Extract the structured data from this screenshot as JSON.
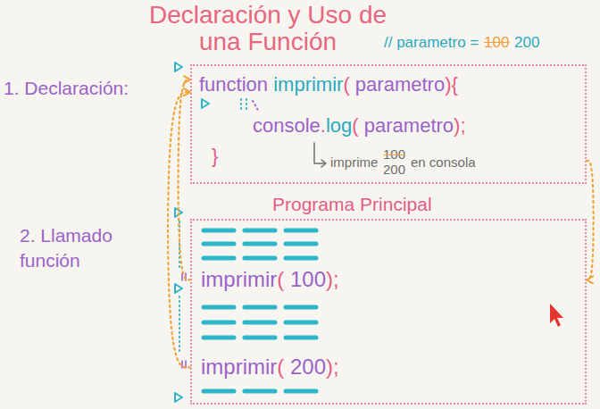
{
  "diagram": {
    "title": "Declaración y Uso de una Función",
    "nodes": [
      {
        "text": [
          "function imprimir( parametro){",
          "console.log( parametro);",
          "}"
        ]
      },
      {
        "text": [
          "Programa Principal",
          "imprimir( 100);",
          "imprimir( 200);"
        ]
      }
    ],
    "edges": [
      {
        "from": 1,
        "to": 0,
        "arrow": "to"
      },
      {
        "from": 1,
        "to": 0,
        "arrow": "to"
      },
      {
        "from": 0,
        "to": 1,
        "arrow": "to"
      }
    ],
    "labels": [
      "// parametro =",
      "100",
      "200",
      "1. Declaración:",
      "2. Llamado función",
      "imprime",
      "100",
      "200",
      "en consola"
    ]
  }
}
